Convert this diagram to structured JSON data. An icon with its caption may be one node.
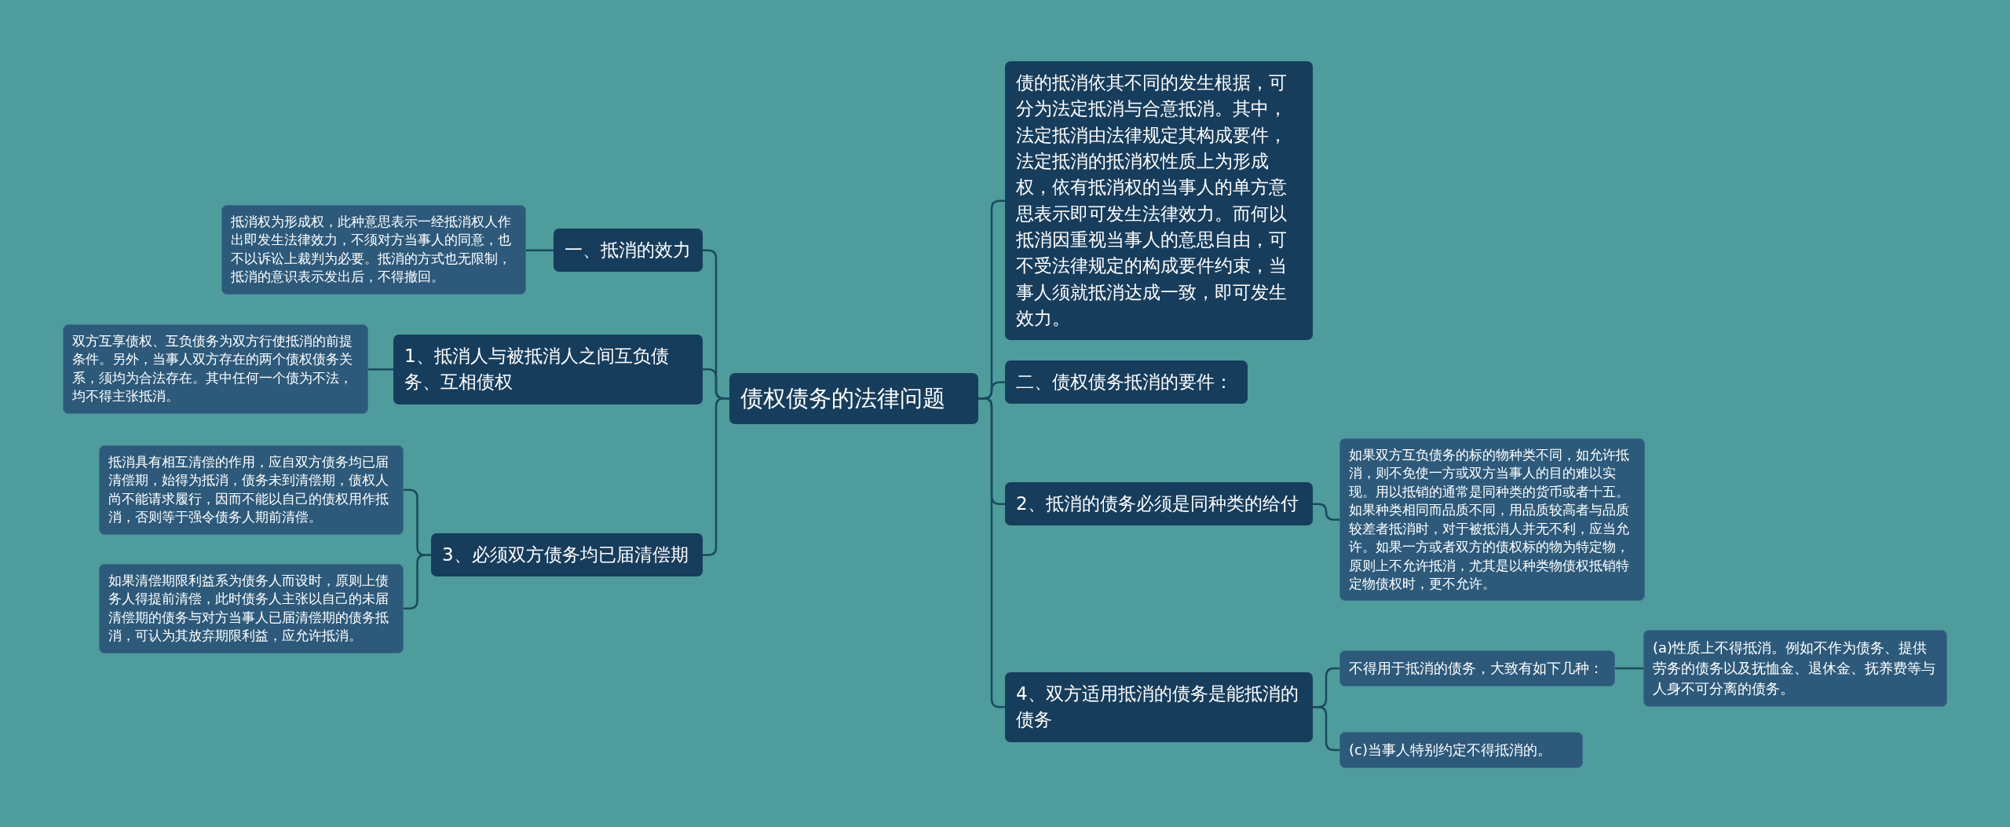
{
  "diagram": {
    "nodes": [
      {
        "text": [
          "债权债务的法律问题"
        ]
      },
      {
        "text": [
          "一、抵消的效力"
        ]
      },
      {
        "text": [
          "抵消权为形成权，此种意思表示一经抵消权人作出即发生法律效力，不须对方当事人的同意，也不以诉讼上裁判为必要。抵消的方式也无限制，抵消的意识表示发出后，不得撤回。"
        ]
      },
      {
        "text": [
          "1、抵消人与被抵消人之间互负债务、互相债权"
        ]
      },
      {
        "text": [
          "双方互享债权、互负债务为双方行使抵消的前提条件。另外，当事人双方存在的两个债权债务关系，须均为合法存在。其中任何一个债为不法，均不得主张抵消。"
        ]
      },
      {
        "text": [
          "3、必须双方债务均已届清偿期"
        ]
      },
      {
        "text": [
          "抵消具有相互清偿的作用，应自双方债务均已届清偿期，始得为抵消，债务未到清偿期，债权人尚不能请求履行，因而不能以自己的债权用作抵消，否则等于强令债务人期前清偿。"
        ]
      },
      {
        "text": [
          "如果清偿期限利益系为债务人而设时，原则上债务人得提前清偿，此时债务人主张以自己的未届清偿期的债务与对方当事人已届清偿期的债务抵消，可认为其放弃期限利益，应允许抵消。"
        ]
      },
      {
        "text": [
          "债的抵消依其不同的发生根据，可分为法定抵消与合意抵消。其中，法定抵消由法律规定其构成要件，法定抵消的抵消权性质上为形成权，依有抵消权的当事人的单方意思表示即可发生法律效力。而何以抵消因重视当事人的意思自由，可不受法律规定的构成要件约束，当事人须就抵消达成一致，即可发生效力。"
        ]
      },
      {
        "text": [
          "二、债权债务抵消的要件："
        ]
      },
      {
        "text": [
          "2、抵消的债务必须是同种类的给付"
        ]
      },
      {
        "text": [
          "如果双方互负债务的标的物种类不同，如允许抵消，则不免使一方或双方当事人的目的难以实现。用以抵销的通常是同种类的货币或者十五。如果种类相同而品质不同，用品质较高者与品质较差者抵消时，对于被抵消人并无不利，应当允许。如果一方或者双方的债权标的物为特定物，原则上不允许抵消，尤其是以种类物债权抵销特定物债权时，更不允许。"
        ]
      },
      {
        "text": [
          "4、双方适用抵消的债务是能抵消的债务"
        ]
      },
      {
        "text": [
          "不得用于抵消的债务，大致有如下几种："
        ]
      },
      {
        "text": [
          "(a)性质上不得抵消。例如不作为债务、提供劳务的债务以及抚恤金、退休金、抚养费等与人身不可分离的债务。"
        ]
      },
      {
        "text": [
          "(c)当事人特别约定不得抵消的。"
        ]
      }
    ],
    "edges": [
      {
        "from": 0,
        "to": 1,
        "arrow": "none"
      },
      {
        "from": 1,
        "to": 2,
        "arrow": "none"
      },
      {
        "from": 0,
        "to": 3,
        "arrow": "none"
      },
      {
        "from": 3,
        "to": 4,
        "arrow": "none"
      },
      {
        "from": 0,
        "to": 5,
        "arrow": "none"
      },
      {
        "from": 5,
        "to": 6,
        "arrow": "none"
      },
      {
        "from": 5,
        "to": 7,
        "arrow": "none"
      },
      {
        "from": 0,
        "to": 8,
        "arrow": "none"
      },
      {
        "from": 0,
        "to": 9,
        "arrow": "none"
      },
      {
        "from": 0,
        "to": 10,
        "arrow": "none"
      },
      {
        "from": 10,
        "to": 11,
        "arrow": "none"
      },
      {
        "from": 0,
        "to": 12,
        "arrow": "none"
      },
      {
        "from": 12,
        "to": 13,
        "arrow": "none"
      },
      {
        "from": 13,
        "to": 14,
        "arrow": "none"
      },
      {
        "from": 12,
        "to": 15,
        "arrow": "none"
      }
    ]
  }
}
